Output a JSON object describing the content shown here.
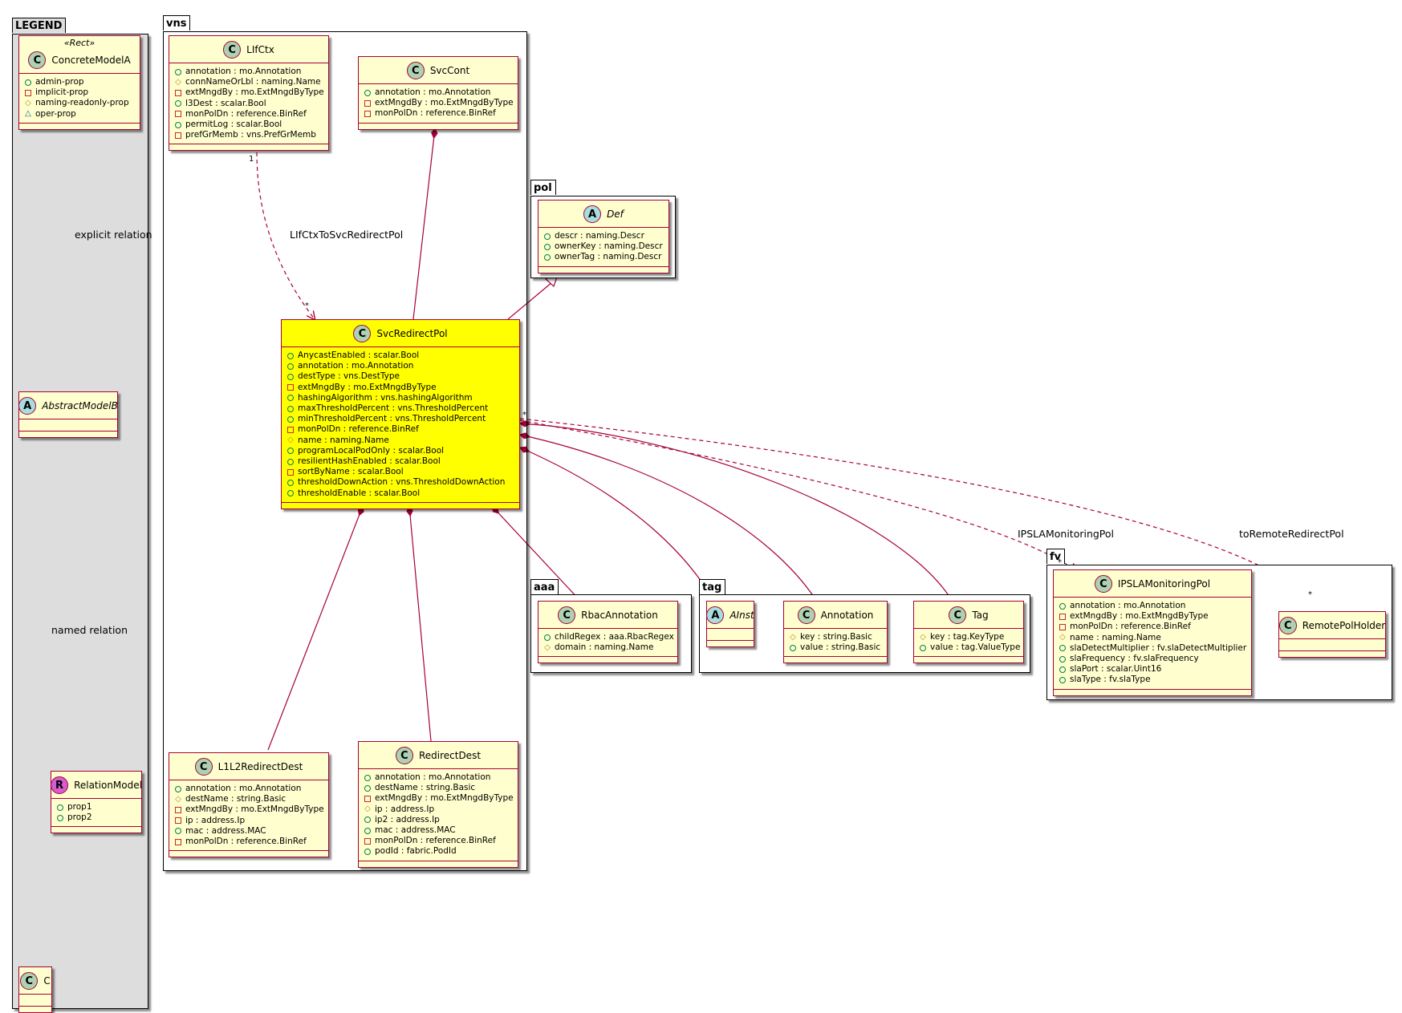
{
  "packages": {
    "legend": "LEGEND",
    "vns": "vns",
    "pol": "pol",
    "aaa": "aaa",
    "tag": "tag",
    "fv": "fv"
  },
  "classes": {
    "concrete_model_a": {
      "name": "ConcreteModelA",
      "stereotype": "«Rect»",
      "badge": "C",
      "fields": [
        {
          "vis": "public",
          "text": "admin-prop"
        },
        {
          "vis": "private",
          "text": "implicit-prop"
        },
        {
          "vis": "protected",
          "text": "naming-readonly-prop"
        },
        {
          "vis": "package",
          "text": "oper-prop"
        }
      ]
    },
    "abstract_model_b": {
      "name": "AbstractModelB",
      "badge": "A",
      "fields": []
    },
    "relation_model": {
      "name": "RelationModel",
      "badge": "R",
      "fields": [
        {
          "vis": "public",
          "text": "prop1"
        },
        {
          "vis": "public",
          "text": "prop2"
        }
      ]
    },
    "c": {
      "name": "C",
      "badge": "C",
      "fields": []
    },
    "lifctx": {
      "name": "LIfCtx",
      "badge": "C",
      "fields": [
        {
          "vis": "public",
          "text": "annotation : mo.Annotation"
        },
        {
          "vis": "protected",
          "text": "connNameOrLbl : naming.Name"
        },
        {
          "vis": "private",
          "text": "extMngdBy : mo.ExtMngdByType"
        },
        {
          "vis": "public",
          "text": "l3Dest : scalar.Bool"
        },
        {
          "vis": "private",
          "text": "monPolDn : reference.BinRef"
        },
        {
          "vis": "public",
          "text": "permitLog : scalar.Bool"
        },
        {
          "vis": "private",
          "text": "prefGrMemb : vns.PrefGrMemb"
        }
      ]
    },
    "svccont": {
      "name": "SvcCont",
      "badge": "C",
      "fields": [
        {
          "vis": "public",
          "text": "annotation : mo.Annotation"
        },
        {
          "vis": "private",
          "text": "extMngdBy : mo.ExtMngdByType"
        },
        {
          "vis": "private",
          "text": "monPolDn : reference.BinRef"
        }
      ]
    },
    "def": {
      "name": "Def",
      "badge": "A",
      "fields": [
        {
          "vis": "public",
          "text": "descr : naming.Descr"
        },
        {
          "vis": "public",
          "text": "ownerKey : naming.Descr"
        },
        {
          "vis": "public",
          "text": "ownerTag : naming.Descr"
        }
      ]
    },
    "svcredirectpol": {
      "name": "SvcRedirectPol",
      "badge": "C",
      "fields": [
        {
          "vis": "public",
          "text": "AnycastEnabled : scalar.Bool"
        },
        {
          "vis": "public",
          "text": "annotation : mo.Annotation"
        },
        {
          "vis": "public",
          "text": "destType : vns.DestType"
        },
        {
          "vis": "private",
          "text": "extMngdBy : mo.ExtMngdByType"
        },
        {
          "vis": "public",
          "text": "hashingAlgorithm : vns.hashingAlgorithm"
        },
        {
          "vis": "public",
          "text": "maxThresholdPercent : vns.ThresholdPercent"
        },
        {
          "vis": "public",
          "text": "minThresholdPercent : vns.ThresholdPercent"
        },
        {
          "vis": "private",
          "text": "monPolDn : reference.BinRef"
        },
        {
          "vis": "protected",
          "text": "name : naming.Name"
        },
        {
          "vis": "public",
          "text": "programLocalPodOnly : scalar.Bool"
        },
        {
          "vis": "public",
          "text": "resilientHashEnabled : scalar.Bool"
        },
        {
          "vis": "private",
          "text": "sortByName : scalar.Bool"
        },
        {
          "vis": "public",
          "text": "thresholdDownAction : vns.ThresholdDownAction"
        },
        {
          "vis": "public",
          "text": "thresholdEnable : scalar.Bool"
        }
      ]
    },
    "rbacannotation": {
      "name": "RbacAnnotation",
      "badge": "C",
      "fields": [
        {
          "vis": "public",
          "text": "childRegex : aaa.RbacRegex"
        },
        {
          "vis": "protected",
          "text": "domain : naming.Name"
        }
      ]
    },
    "ainst": {
      "name": "AInst",
      "badge": "A",
      "fields": []
    },
    "annotation": {
      "name": "Annotation",
      "badge": "C",
      "fields": [
        {
          "vis": "protected",
          "text": "key : string.Basic"
        },
        {
          "vis": "public",
          "text": "value : string.Basic"
        }
      ]
    },
    "tag": {
      "name": "Tag",
      "badge": "C",
      "fields": [
        {
          "vis": "protected",
          "text": "key : tag.KeyType"
        },
        {
          "vis": "public",
          "text": "value : tag.ValueType"
        }
      ]
    },
    "ipslamonitoringpol": {
      "name": "IPSLAMonitoringPol",
      "badge": "C",
      "fields": [
        {
          "vis": "public",
          "text": "annotation : mo.Annotation"
        },
        {
          "vis": "private",
          "text": "extMngdBy : mo.ExtMngdByType"
        },
        {
          "vis": "private",
          "text": "monPolDn : reference.BinRef"
        },
        {
          "vis": "protected",
          "text": "name : naming.Name"
        },
        {
          "vis": "public",
          "text": "slaDetectMultiplier : fv.slaDetectMultiplier"
        },
        {
          "vis": "public",
          "text": "slaFrequency : fv.slaFrequency"
        },
        {
          "vis": "public",
          "text": "slaPort : scalar.Uint16"
        },
        {
          "vis": "public",
          "text": "slaType : fv.slaType"
        }
      ]
    },
    "remotepolholder": {
      "name": "RemotePolHolder",
      "badge": "C",
      "fields": []
    },
    "l1l2redirectdest": {
      "name": "L1L2RedirectDest",
      "badge": "C",
      "fields": [
        {
          "vis": "public",
          "text": "annotation : mo.Annotation"
        },
        {
          "vis": "protected",
          "text": "destName : string.Basic"
        },
        {
          "vis": "private",
          "text": "extMngdBy : mo.ExtMngdByType"
        },
        {
          "vis": "private",
          "text": "ip : address.Ip"
        },
        {
          "vis": "public",
          "text": "mac : address.MAC"
        },
        {
          "vis": "private",
          "text": "monPolDn : reference.BinRef"
        }
      ]
    },
    "redirectdest": {
      "name": "RedirectDest",
      "badge": "C",
      "fields": [
        {
          "vis": "public",
          "text": "annotation : mo.Annotation"
        },
        {
          "vis": "public",
          "text": "destName : string.Basic"
        },
        {
          "vis": "private",
          "text": "extMngdBy : mo.ExtMngdByType"
        },
        {
          "vis": "protected",
          "text": "ip : address.Ip"
        },
        {
          "vis": "public",
          "text": "ip2 : address.Ip"
        },
        {
          "vis": "public",
          "text": "mac : address.MAC"
        },
        {
          "vis": "private",
          "text": "monPolDn : reference.BinRef"
        },
        {
          "vis": "public",
          "text": "podId : fabric.PodId"
        }
      ]
    }
  },
  "relations": {
    "explicit": "explicit relation",
    "named": "named relation",
    "lifctx_to_svc": "LIfCtxToSvcRedirectPol",
    "ipsla": "IPSLAMonitoringPol",
    "remote": "toRemoteRedirectPol",
    "mult_one": "1",
    "mult_many": "*"
  },
  "colors": {
    "border": "#a80036",
    "class_fill": "#fefece",
    "highlight_fill": "#ffff00",
    "legend_fill": "#dddddd"
  }
}
